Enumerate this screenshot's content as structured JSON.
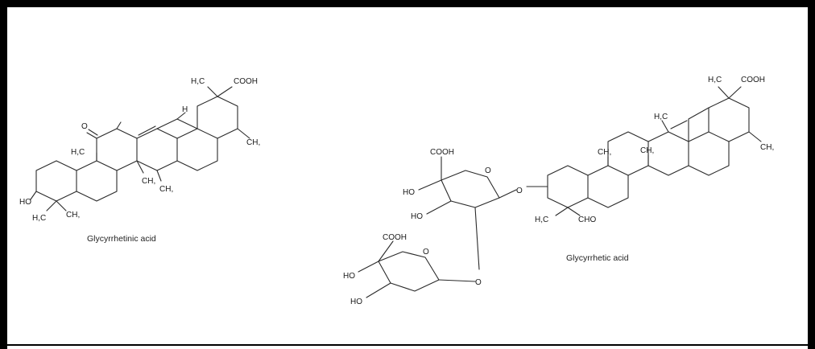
{
  "molecules": [
    {
      "caption": "Glycyrrhetinic acid",
      "atom_labels": {
        "oxo": "O",
        "h3c_gem": "H,C",
        "cooh": "COOH",
        "h_junction": "H",
        "ch3_e": "CH,",
        "h3c_c": "H,C",
        "ch3_d1": "CH,",
        "ch3_d2": "CH,",
        "ho": "HO",
        "h3c_a": "H,C",
        "ch3_a": "CH,"
      }
    },
    {
      "caption": "Glycyrrhetic acid",
      "atom_labels": {
        "h3c_gem": "H,C",
        "cooh": "COOH",
        "h3c_e": "H,C",
        "ch3_c1": "CH,",
        "ch3_c2": "CH,",
        "ch3_d": "CH,",
        "o_link": "O",
        "h3c_a": "H,C",
        "cho": "CHO",
        "sugar1_cooh": "COOH",
        "sugar1_ring_o": "O",
        "sugar1_ho1": "HO",
        "sugar1_ho2": "HO",
        "sugar2_cooh": "COOH",
        "sugar2_ring_o": "O",
        "sugar2_link_o": "O",
        "sugar2_ho1": "HO",
        "sugar2_ho2": "HO"
      }
    }
  ]
}
